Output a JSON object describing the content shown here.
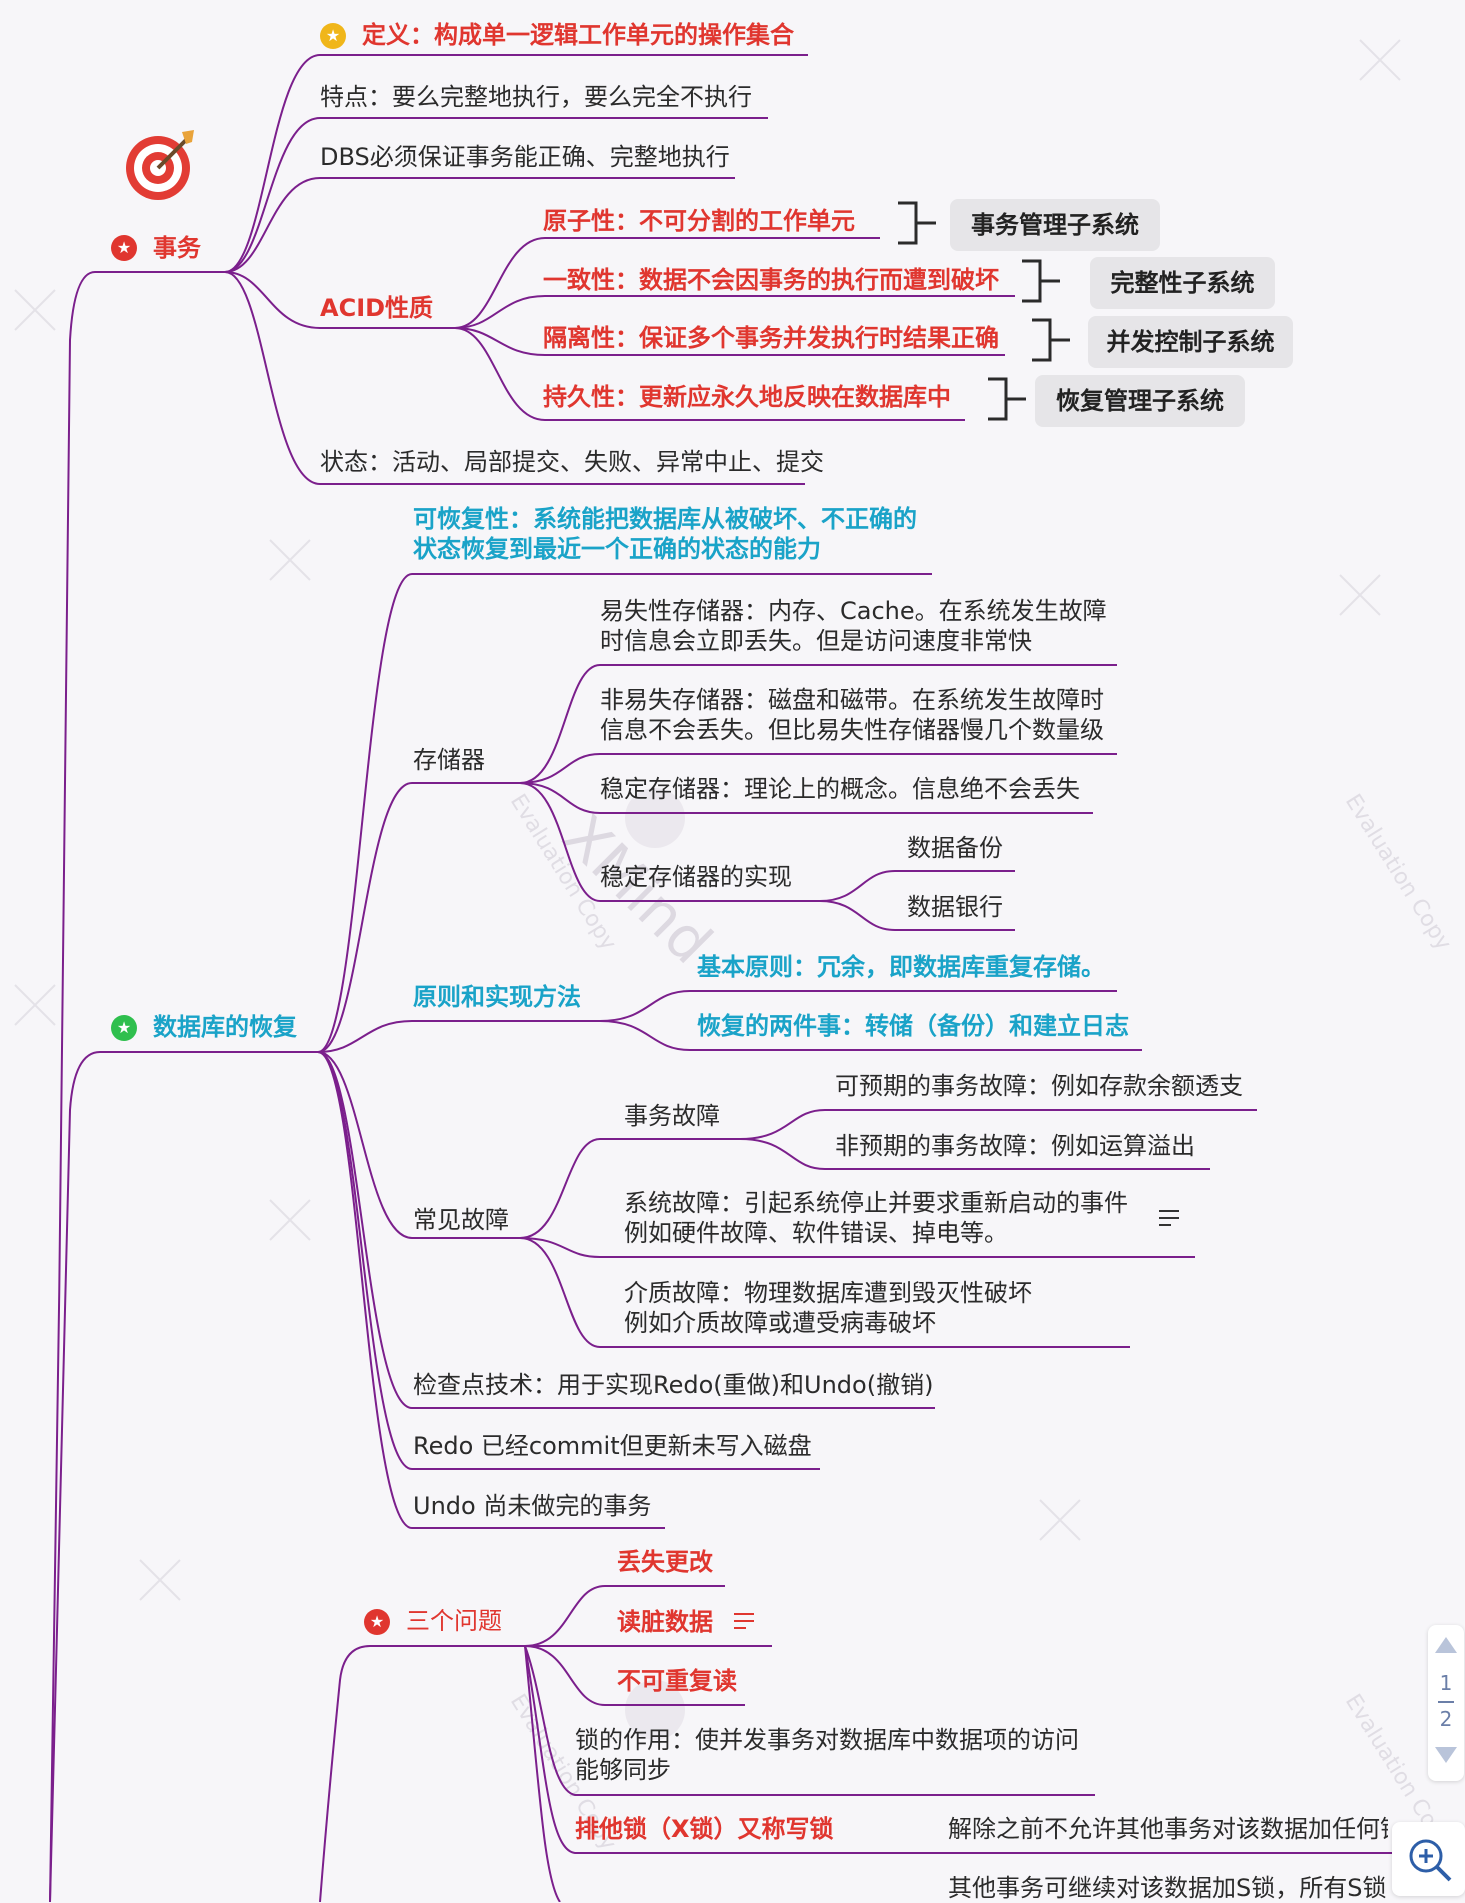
{
  "nodes": {
    "transaction": "事务",
    "definition": "定义：构成单一逻辑工作单元的操作集合",
    "feature": "特点：要么完整地执行，要么完全不执行",
    "dbs": "DBS必须保证事务能正确、完整地执行",
    "acid": "ACID性质",
    "atomicity": "原子性：不可分割的工作单元",
    "consistency": "一致性：数据不会因事务的执行而遭到破坏",
    "isolation": "隔离性：保证多个事务并发执行时结果正确",
    "durability": "持久性：更新应永久地反映在数据库中",
    "box_atomicity": "事务管理子系统",
    "box_consistency": "完整性子系统",
    "box_isolation": "并发控制子系统",
    "box_durability": "恢复管理子系统",
    "states": "状态：活动、局部提交、失败、异常中止、提交",
    "recovery": "数据库的恢复",
    "recoverability_1": "可恢复性：系统能把数据库从被破坏、不正确的",
    "recoverability_2": "状态恢复到最近一个正确的状态的能力",
    "storage": "存储器",
    "volatile_1": "易失性存储器：内存、Cache。在系统发生故障",
    "volatile_2": "时信息会立即丢失。但是访问速度非常快",
    "nonvolatile_1": "非易失存储器：磁盘和磁带。在系统发生故障时",
    "nonvolatile_2": "信息不会丢失。但比易失性存储器慢几个数量级",
    "stable": "稳定存储器：理论上的概念。信息绝不会丢失",
    "stable_impl": "稳定存储器的实现",
    "backup": "数据备份",
    "bank": "数据银行",
    "principle": "原则和实现方法",
    "principle_basic": "基本原则：冗余，即数据库重复存储。",
    "principle_two": "恢复的两件事：转储（备份）和建立日志",
    "failures": "常见故障",
    "tx_failure": "事务故障",
    "expected_fail": "可预期的事务故障：例如存款余额透支",
    "unexpected_fail": "非预期的事务故障：例如运算溢出",
    "sys_fail_1": "系统故障：引起系统停止并要求重新启动的事件",
    "sys_fail_2": "例如硬件故障、软件错误、掉电等。",
    "media_fail_1": "介质故障：物理数据库遭到毁灭性破坏",
    "media_fail_2": "例如介质故障或遭受病毒破坏",
    "checkpoint": "检查点技术：用于实现Redo(重做)和Undo(撤销)",
    "redo": "Redo  已经commit但更新未写入磁盘",
    "undo": "Undo  尚未做完的事务",
    "three_problems": "三个问题",
    "lost_update": "丢失更改",
    "dirty_read": "读脏数据",
    "nonrepeatable": "不可重复读",
    "lock_role_1": "锁的作用：使并发事务对数据库中数据项的访问",
    "lock_role_2": "能够同步",
    "xlock": "排他锁（X锁）又称写锁",
    "xlock_desc": "解除之前不允许其他事务对该数据加任何锁",
    "slock_desc": "其他事务可继续对该数据加S锁，所有S锁"
  },
  "watermark": {
    "brand": "XMind",
    "label": "Evaluation Copy"
  },
  "pager": {
    "current": "1",
    "total": "2"
  },
  "icons": {
    "topic_star": "star-badge-icon",
    "target": "target-icon",
    "note": "note-lines-icon",
    "zoom": "zoom-in-icon"
  },
  "colors": {
    "branch_purple": "#7b1f8c",
    "red": "#e0362f",
    "cyan": "#1aa3c8",
    "star_yellow": "#f0b61a",
    "star_green": "#2fbf4e"
  }
}
